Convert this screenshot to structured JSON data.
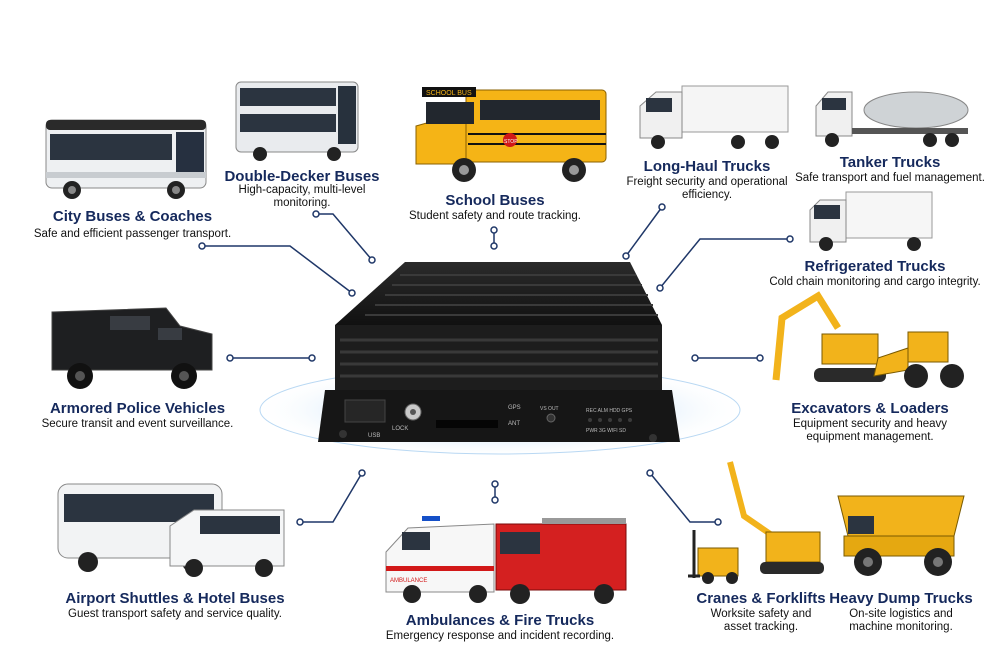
{
  "items": {
    "city_buses": {
      "title": "City Buses & Coaches",
      "desc": "Safe and efficient passenger transport."
    },
    "double_decker": {
      "title": "Double-Decker Buses",
      "desc_line1": "High-capacity, multi-level",
      "desc_line2": "monitoring."
    },
    "school_buses": {
      "title": "School Buses",
      "desc": "Student safety and route tracking."
    },
    "long_haul": {
      "title": "Long-Haul Trucks",
      "desc_line1": "Freight security and operational",
      "desc_line2": "efficiency."
    },
    "tanker": {
      "title": "Tanker Trucks",
      "desc": "Safe transport and fuel management."
    },
    "refrigerated": {
      "title": "Refrigerated Trucks",
      "desc": "Cold chain monitoring and cargo integrity."
    },
    "armored": {
      "title": "Armored Police Vehicles",
      "desc": "Secure transit and event surveillance."
    },
    "excavators": {
      "title": "Excavators & Loaders",
      "desc_line1": "Equipment security and heavy",
      "desc_line2": "equipment management."
    },
    "airport": {
      "title": "Airport Shuttles & Hotel Buses",
      "desc": "Guest transport safety and service quality."
    },
    "ambulances": {
      "title": "Ambulances & Fire Trucks",
      "desc": "Emergency response and incident recording."
    },
    "cranes": {
      "title": "Cranes & Forklifts",
      "desc_line1": "Worksite safety and",
      "desc_line2": "asset tracking."
    },
    "dump": {
      "title": "Heavy Dump Trucks",
      "desc_line1": "On-site logistics and",
      "desc_line2": "machine monitoring."
    }
  },
  "device_labels": {
    "usb": "USB",
    "lock": "LOCK",
    "gps": "GPS",
    "ant": "ANT",
    "audio": "VS OUT",
    "led": "REC ALM HDD GPS",
    "led2": "PWR 3G WIFI SD"
  },
  "vehicle_text": {
    "school_bus_sign": "SCHOOL BUS",
    "ambulance": "AMBULANCE",
    "stop": "STOP"
  },
  "colors": {
    "title": "#15295c",
    "connector": "#1f3768",
    "device": "#1a1a1a",
    "school_bus": "#f5b416",
    "excavator": "#f2b31b"
  }
}
